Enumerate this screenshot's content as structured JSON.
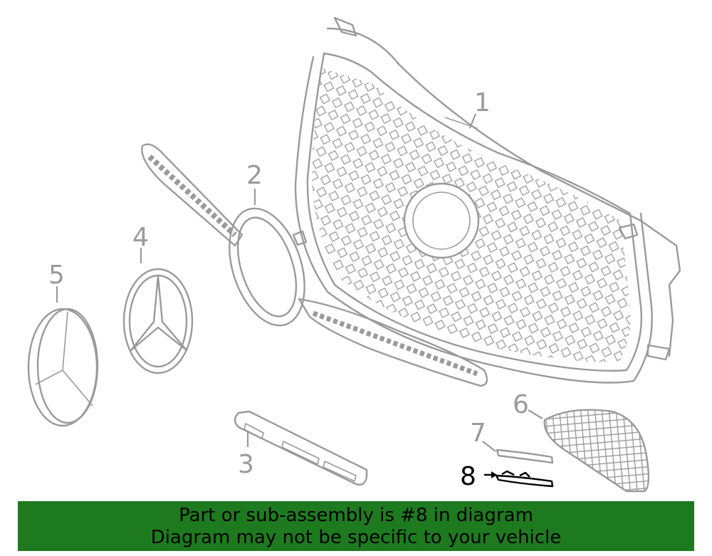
{
  "callouts": [
    "1",
    "2",
    "3",
    "4",
    "5",
    "6",
    "7",
    "8"
  ],
  "highlighted_part": "8",
  "colors": {
    "banner_bg": "#1e7a1e",
    "line_art": "#9a9a9a",
    "highlight": "#000000",
    "highlight_fill": "#1e7a1e"
  },
  "banner": {
    "line1": "Part or sub-assembly is #8 in diagram",
    "line2": "Diagram may not be specific to your vehicle"
  }
}
